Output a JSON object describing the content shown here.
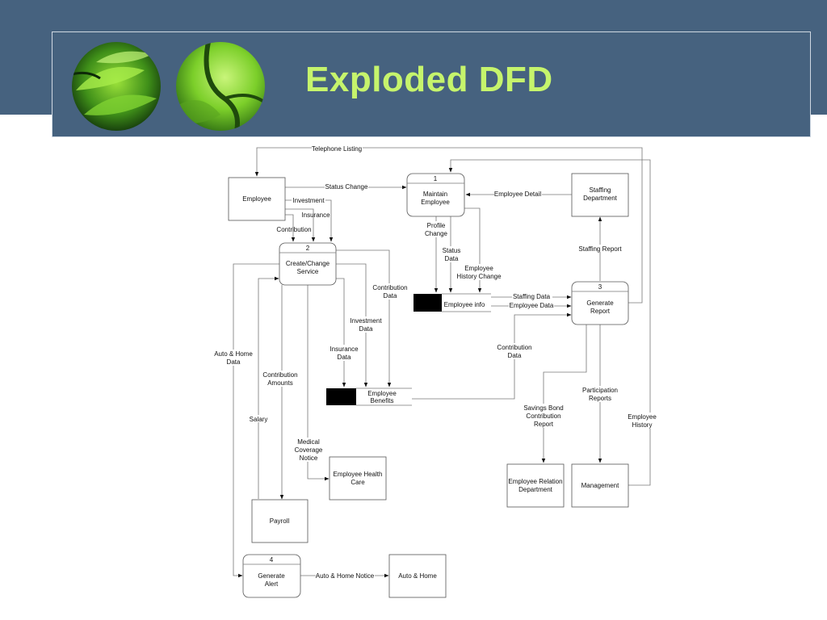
{
  "title": "Exploded DFD",
  "colors": {
    "background_band": "#46627f",
    "title": "#c6f46c"
  },
  "entities": {
    "employee": "Employee",
    "staffing_department": [
      "Staffing",
      "Department"
    ],
    "employee_health_care": [
      "Employee Health",
      "Care"
    ],
    "payroll": "Payroll",
    "auto_home": "Auto & Home",
    "employee_relation_department": [
      "Employee Relation",
      "Department"
    ],
    "management": "Management"
  },
  "processes": [
    {
      "number": "1",
      "name": [
        "Maintain",
        "Employee"
      ]
    },
    {
      "number": "2",
      "name": [
        "Create/Change",
        "Service"
      ]
    },
    {
      "number": "3",
      "name": [
        "Generate",
        "Report"
      ]
    },
    {
      "number": "4",
      "name": [
        "Generate",
        "Alert"
      ]
    }
  ],
  "stores": {
    "employee_info": "Employee info",
    "employee_benefits": [
      "Employee",
      "Benefits"
    ]
  },
  "flows": {
    "telephone_listing": "Telephone Listing",
    "status_change": "Status Change",
    "investment": "Investment",
    "insurance": "Insurance",
    "contribution": "Contribution",
    "employee_detail": "Employee Detail",
    "profile_change": [
      "Profile",
      "Change"
    ],
    "status_data": [
      "Status",
      "Data"
    ],
    "employee_history_change": [
      "Employee",
      "History Change"
    ],
    "staffing_report": "Staffing Report",
    "staffing_data": "Staffing Data",
    "employee_data": "Employee Data",
    "contribution_data_1": [
      "Contribution",
      "Data"
    ],
    "investment_data": [
      "Investment",
      "Data"
    ],
    "insurance_data": [
      "Insurance",
      "Data"
    ],
    "contribution_data_2": [
      "Contribution",
      "Data"
    ],
    "auto_home_data": [
      "Auto & Home",
      "Data"
    ],
    "contribution_amounts": [
      "Contribution",
      "Amounts"
    ],
    "salary": "Salary",
    "medical_coverage_notice": [
      "Medical",
      "Coverage",
      "Notice"
    ],
    "participation_reports": [
      "Participation",
      "Reports"
    ],
    "savings_bond_report": [
      "Savings Bond",
      "Contribution",
      "Report"
    ],
    "employee_history": [
      "Employee",
      "History"
    ],
    "auto_home_notice": "Auto & Home Notice"
  }
}
